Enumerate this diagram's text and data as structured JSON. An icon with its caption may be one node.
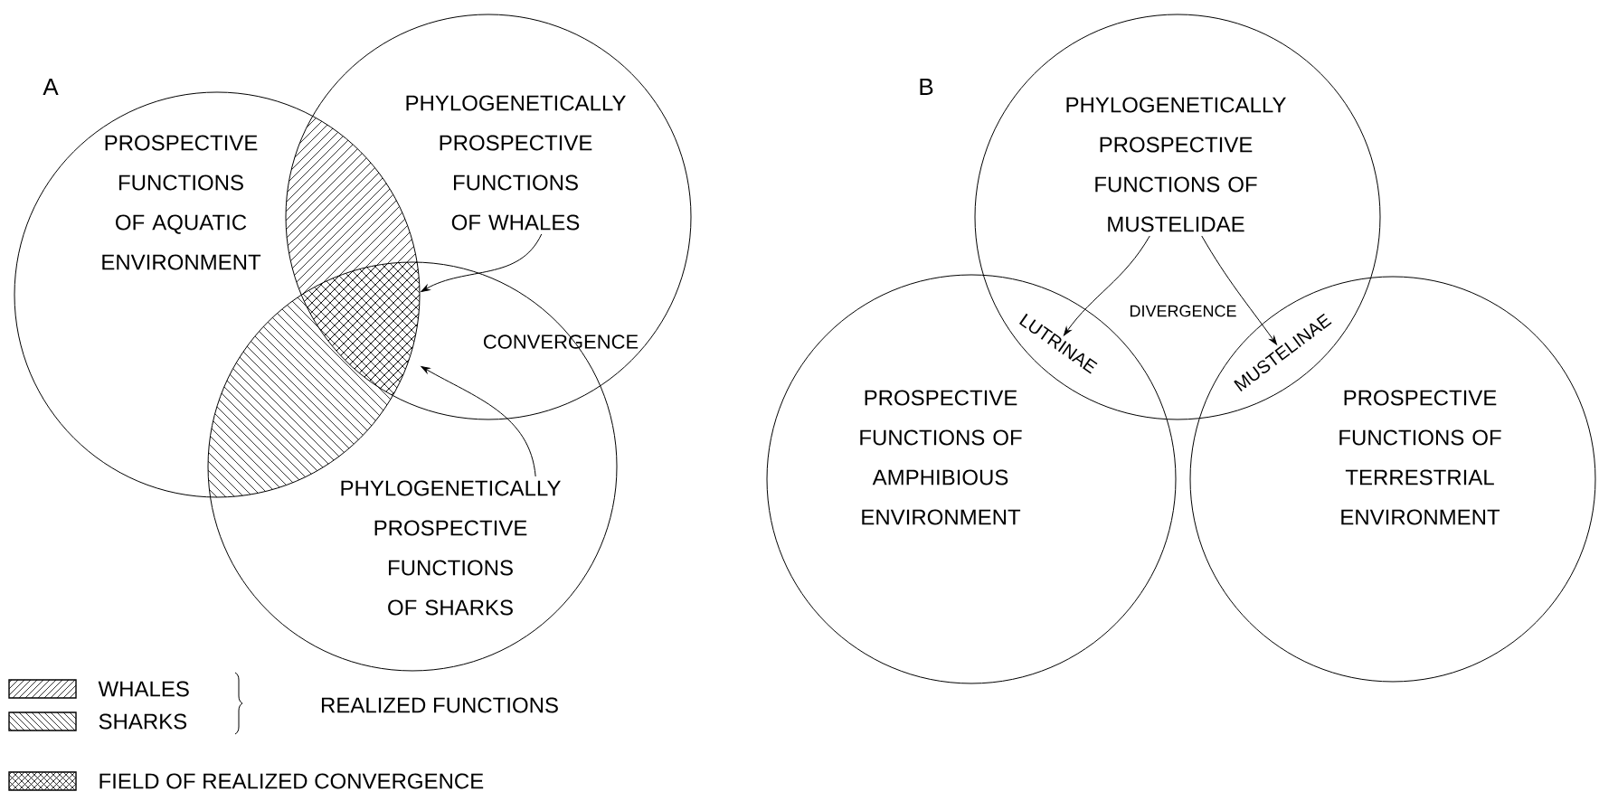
{
  "diagram": {
    "nodes": [
      {
        "text": [
          "PROSPECTIVE FUNCTIONS OF AQUATIC ENVIRONMENT"
        ]
      },
      {
        "text": [
          "PHYLOGENETICALLY PROSPECTIVE FUNCTIONS OF WHALES"
        ]
      },
      {
        "text": [
          "PHYLOGENETICALLY PROSPECTIVE FUNCTIONS OF SHARKS"
        ]
      },
      {
        "text": [
          "PHYLOGENETICALLY PROSPECTIVE FUNCTIONS OF MUSTELIDAE"
        ]
      },
      {
        "text": [
          "PROSPECTIVE FUNCTIONS OF AMPHIBIOUS ENVIRONMENT"
        ]
      },
      {
        "text": [
          "PROSPECTIVE FUNCTIONS OF TERRESTRIAL ENVIRONMENT"
        ]
      },
      {
        "text": [
          "LUTRINAE"
        ]
      },
      {
        "text": [
          "MUSTELINAE"
        ]
      },
      {
        "text": [],
        "shape": "lens"
      }
    ],
    "edges": [
      {
        "from": 1,
        "to": 8,
        "arrow": "to"
      },
      {
        "from": 2,
        "to": 8,
        "arrow": "to"
      },
      {
        "from": 3,
        "to": 6,
        "arrow": "to"
      },
      {
        "from": 3,
        "to": 7,
        "arrow": "to"
      }
    ],
    "labels": [
      "A",
      "CONVERGENCE",
      "B",
      "DIVERGENCE",
      "REALIZED FUNCTIONS"
    ],
    "legend": [
      {
        "text": "WHALES"
      },
      {
        "text": "SHARKS"
      },
      {
        "text": "FIELD OF REALIZED CONVERGENCE"
      }
    ]
  }
}
